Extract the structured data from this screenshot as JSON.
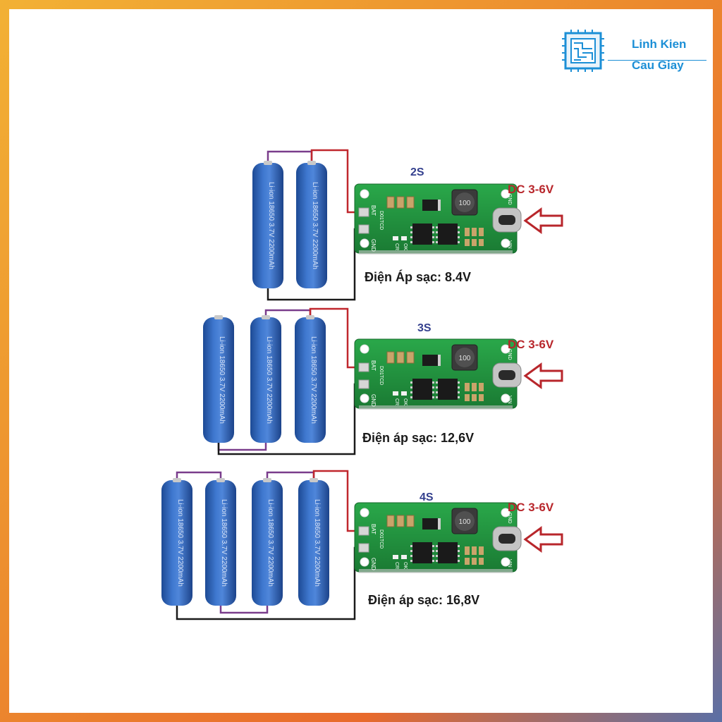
{
  "brand": {
    "line1": "Linh Kien",
    "line2": "Cau Giay",
    "logo_icon": "chip-circuit-icon",
    "color": "#1c8fd6"
  },
  "battery": {
    "label": "Li-ion 18650 3.7V 2200mAh",
    "color": "#2f63b8"
  },
  "board": {
    "inductor_text": "100",
    "pad_bat": "BAT",
    "pad_gnd": "GND",
    "pad_vin": "VIN",
    "led_ok": "OK",
    "led_cr": "CR",
    "model": "D01TCD",
    "color": "#1f8a3a"
  },
  "wire_colors": {
    "positive": "#c0272d",
    "link": "#7a3d8c",
    "negative": "#1a1a1a"
  },
  "modules": [
    {
      "id": "2s",
      "label": "2S",
      "input": "DC 3-6V",
      "voltage": "Điện Áp sạc: 8.4V",
      "cells": 2
    },
    {
      "id": "3s",
      "label": "3S",
      "input": "DC 3-6V",
      "voltage": "Điện áp sạc: 12,6V",
      "cells": 3
    },
    {
      "id": "4s",
      "label": "4S",
      "input": "DC 3-6V",
      "voltage": "Điện áp sạc: 16,8V",
      "cells": 4
    }
  ]
}
